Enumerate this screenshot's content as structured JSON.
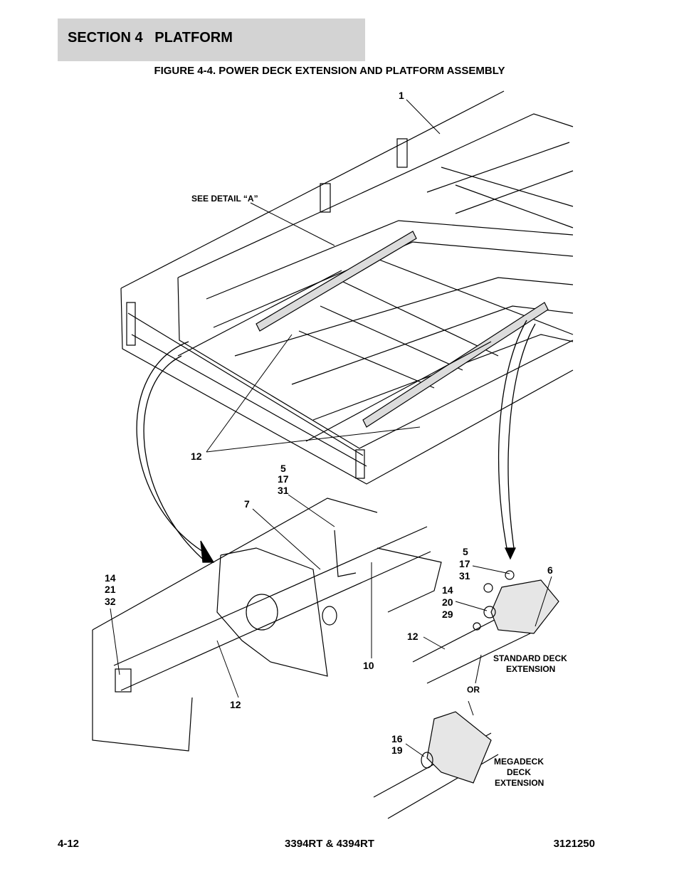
{
  "header": {
    "section": "SECTION 4   PLATFORM"
  },
  "figure": {
    "title": "FIGURE 4-4. POWER DECK EXTENSION AND PLATFORM ASSEMBLY",
    "callouts": {
      "c1": "1",
      "see_detail": "SEE DETAIL “A”",
      "c12_top": "12",
      "c5_top": "5",
      "c17_top": "17",
      "c31_top": "31",
      "c7": "7",
      "c14_left": "14",
      "c21": "21",
      "c32": "32",
      "c10": "10",
      "c12_bottom": "12",
      "c5_right": "5",
      "c17_right": "17",
      "c31_right": "31",
      "c6": "6",
      "c14_right": "14",
      "c20": "20",
      "c29": "29",
      "c12_right": "12",
      "standard_1": "STANDARD DECK",
      "standard_2": "EXTENSION",
      "or": "OR",
      "c16": "16",
      "c19": "19",
      "mega_1": "MEGADECK",
      "mega_2": "DECK",
      "mega_3": "EXTENSION"
    }
  },
  "footer": {
    "page": "4-12",
    "model": "3394RT & 4394RT",
    "doc_number": "3121250"
  }
}
